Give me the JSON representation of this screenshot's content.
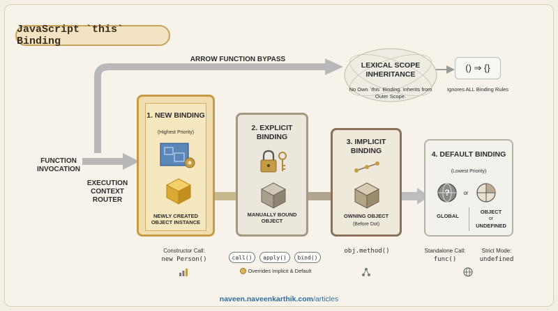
{
  "title": "JavaScript `this` Binding",
  "arrow_bypass_label": "ARROW FUNCTION BYPASS",
  "function_invocation": "FUNCTION INVOCATION",
  "execution_router": "EXECUTION CONTEXT ROUTER",
  "lexical": {
    "title": "LEXICAL SCOPE INHERITANCE",
    "description": "No Own `this` Binding. Inherits from Outer Scope.",
    "arrow_symbol": "() ⇒ {}",
    "note": "Ignores ALL Binding Rules"
  },
  "new_binding": {
    "title": "1. NEW BINDING",
    "priority": "(Highest Priority)",
    "object_label": "NEWLY CREATED OBJECT INSTANCE",
    "caption": "Constructor Call:",
    "code": "new Person()"
  },
  "explicit_binding": {
    "title": "2. EXPLICIT BINDING",
    "object_label": "MANUALLY BOUND OBJECT",
    "methods": [
      "call()",
      "apply()",
      "bind()"
    ],
    "note": "Overrides Implicit & Default"
  },
  "implicit_binding": {
    "title": "3. IMPLICIT BINDING",
    "object_label": "OWNING OBJECT",
    "object_sub": "(Before Dot)",
    "code": "obj.method()"
  },
  "default_binding": {
    "title": "4. DEFAULT BINDING",
    "priority": "(Lowest Priority)",
    "global_label": "GLOBAL",
    "or": "or",
    "strict_label_1": "OBJECT",
    "strict_label_or": "or",
    "strict_label_2": "UNDEFINED",
    "caption_left": "Standalone Call:",
    "code_left": "func()",
    "caption_right": "Strict Mode:",
    "code_right": "undefined"
  },
  "footer": {
    "bold": "naveen.naveenkarthik.com",
    "rest": "/articles"
  },
  "colors": {
    "gold": "#d8b45a",
    "gray": "#8a8a8a",
    "brown": "#7a6a55",
    "accent_blue": "#2d6ca2"
  }
}
